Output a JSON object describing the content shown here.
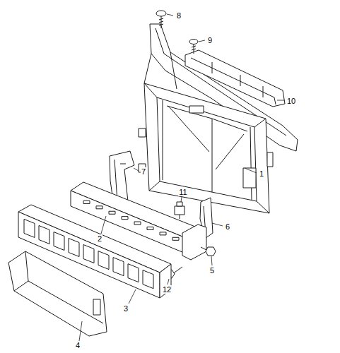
{
  "diagram": {
    "labels": [
      "8",
      "9",
      "10",
      "1",
      "7",
      "11",
      "6",
      "2",
      "5",
      "12",
      "3",
      "4"
    ]
  }
}
